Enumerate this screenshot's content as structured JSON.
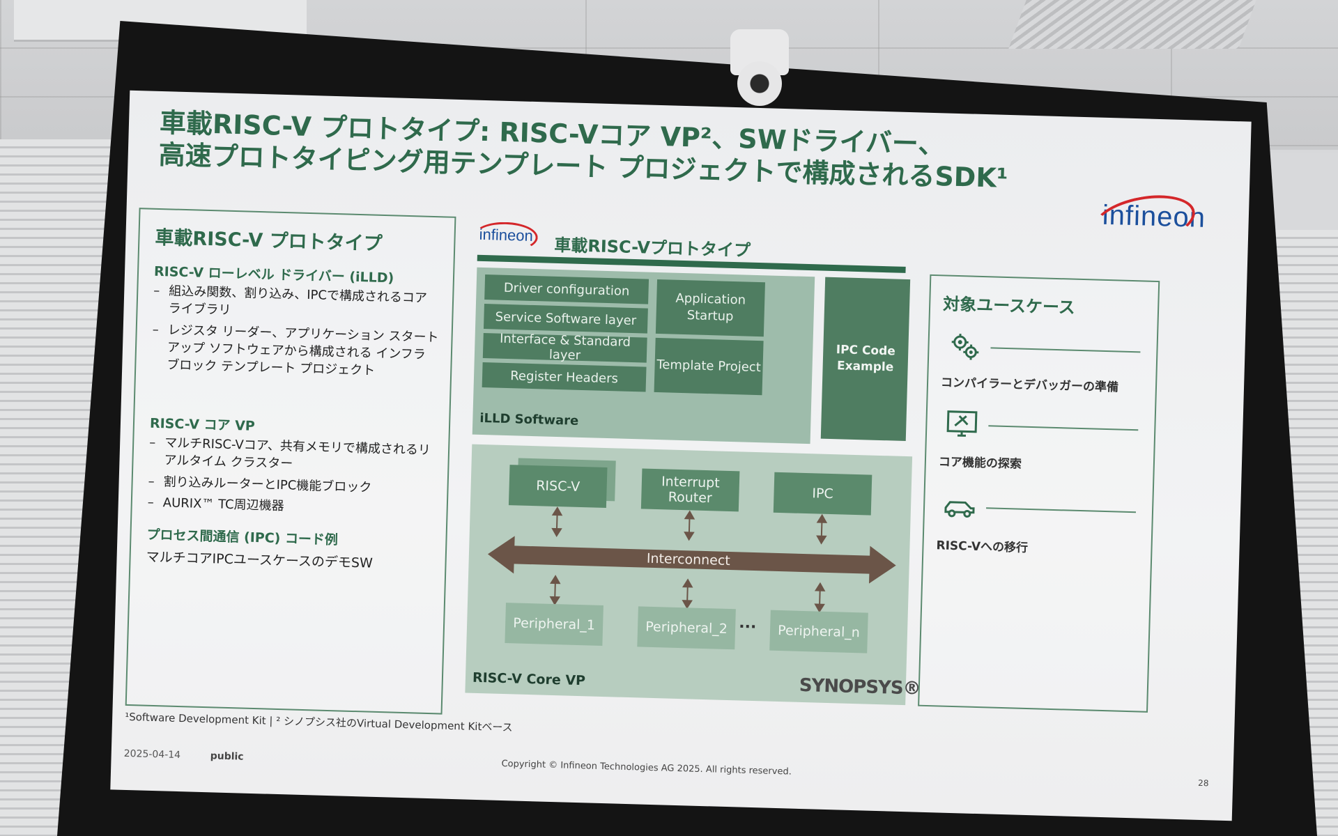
{
  "slide": {
    "title_line1": "車載RISC-V プロトタイプ: RISC-Vコア VP²、SWドライバー、",
    "title_line2": "高速プロトタイピング用テンプレート プロジェクトで構成されるSDK¹",
    "logo_text": "infineon"
  },
  "left_panel": {
    "heading": "車載RISC-V プロトタイプ",
    "section1_title": "RISC-V ローレベル ドライバー (iLLD)",
    "section1_items": [
      "組込み関数、割り込み、IPCで構成されるコア ライブラリ",
      "レジスタ リーダー、アプリケーション スタートアップ ソフトウェアから構成される インフラ ブロック テンプレート プロジェクト"
    ],
    "section2_title": "RISC-V コア VP",
    "section2_items": [
      "マルチRISC-Vコア、共有メモリで構成されるリアルタイム クラスター",
      "割り込みルーターとIPC機能ブロック",
      "AURIX™ TC周辺機器"
    ],
    "section3_title": "プロセス間通信 (IPC) コード例",
    "section3_text": "マルチコアIPCユースケースのデモSW",
    "dash": "–"
  },
  "diagram": {
    "logo_text": "infineon",
    "title": "車載RISC-Vプロトタイプ",
    "illd_layers": [
      "Driver configuration",
      "Service Software layer",
      "Interface & Standard layer",
      "Register Headers"
    ],
    "illd_right": [
      "Application Startup",
      "Template Project"
    ],
    "illd_label": "iLLD Software",
    "ipc_code": "IPC Code Example",
    "core_blocks": [
      "RISC-V",
      "Interrupt Router",
      "IPC"
    ],
    "interconnect": "Interconnect",
    "peripherals": [
      "Peripheral_1",
      "Peripheral_2",
      "Peripheral_n"
    ],
    "ellipsis": "···",
    "core_label": "RISC-V Core VP",
    "synopsys": "SYNOPSYS®"
  },
  "right_panel": {
    "heading": "対象ユースケース",
    "items": [
      {
        "icon": "gears-icon",
        "text": "コンパイラーとデバッガーの準備"
      },
      {
        "icon": "tools-monitor-icon",
        "text": "コア機能の探索"
      },
      {
        "icon": "car-icon",
        "text": "RISC-Vへの移行"
      }
    ]
  },
  "footer": {
    "footnote": "¹Software Development Kit | ² シノプシス社のVirtual Development Kitベース",
    "date": "2025-04-14",
    "classification": "public",
    "copyright": "Copyright © Infineon Technologies AG 2025. All rights reserved.",
    "page": "28"
  },
  "colors": {
    "brand_green": "#2f6a4c",
    "block_green": "#4f7d61",
    "infineon_blue": "#1b4f9c",
    "infineon_red": "#d4272a",
    "interconnect_brown": "#6b5548"
  }
}
